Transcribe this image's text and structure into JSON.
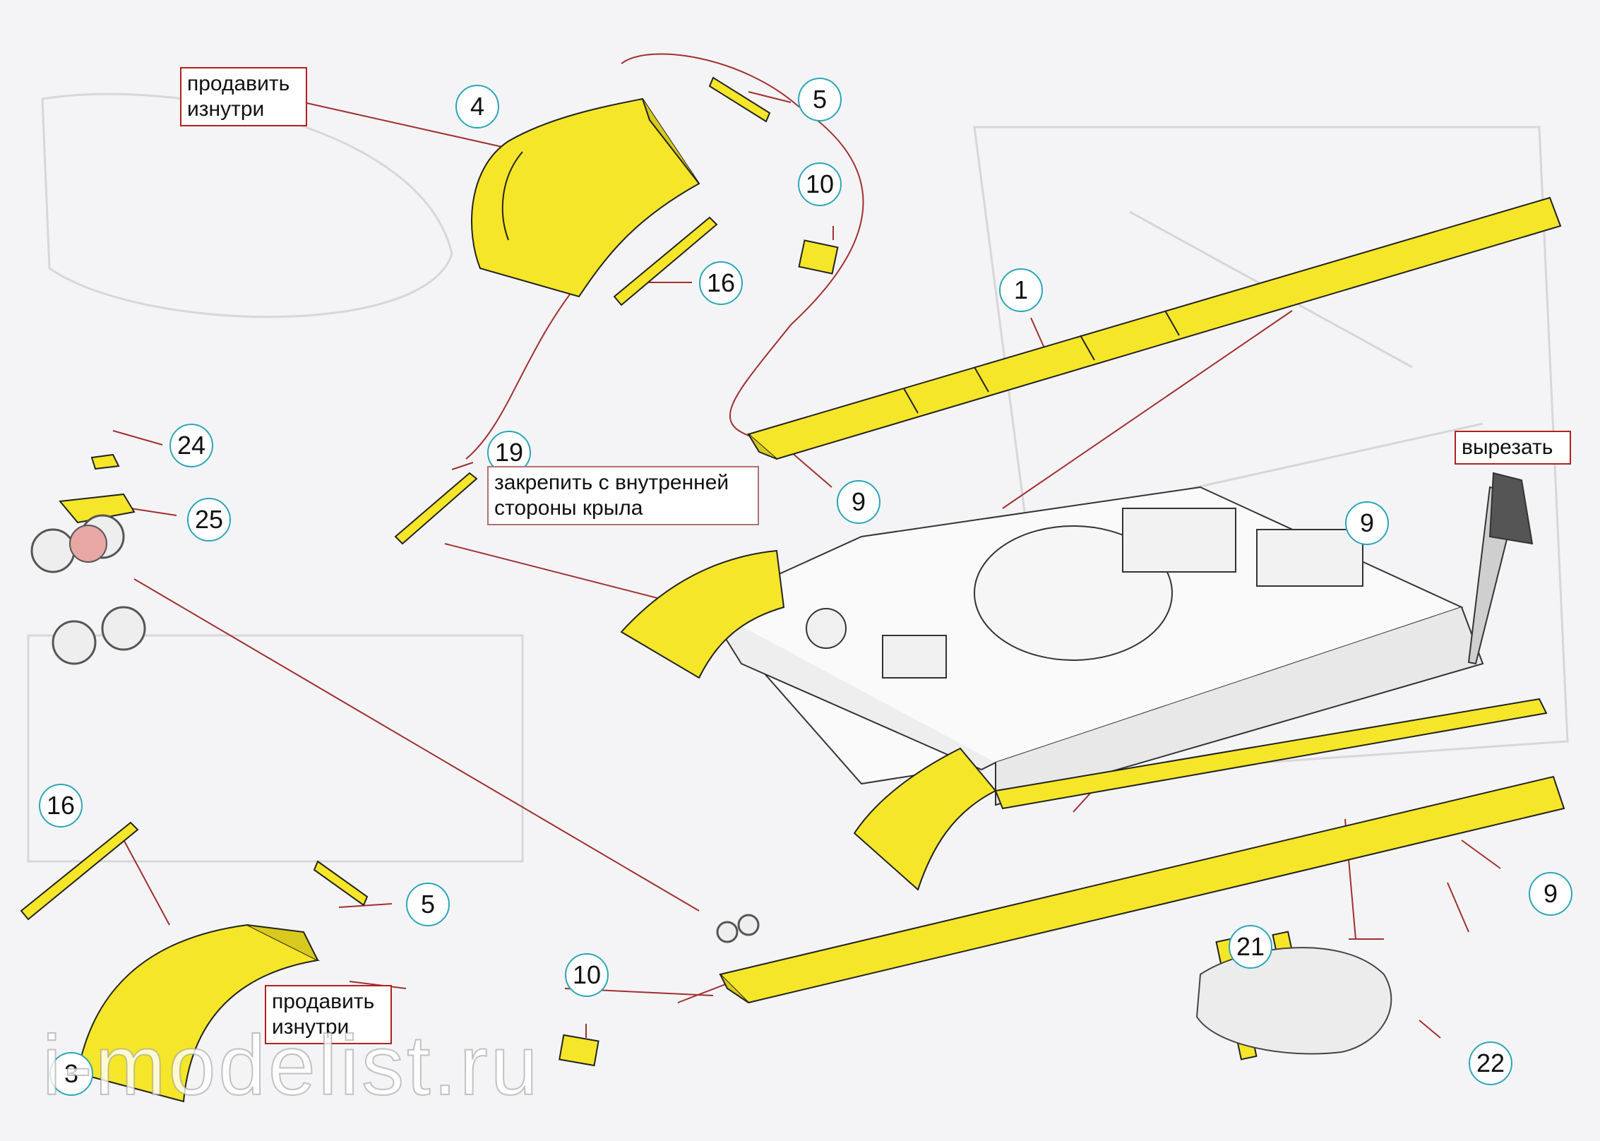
{
  "colors": {
    "etch_part": "#f5e629",
    "outline": "#222222",
    "callout_ring": "#2aa6b8",
    "note_border": "#b32020",
    "leader": "#a03030"
  },
  "callouts": [
    {
      "id": "c1",
      "label": "1"
    },
    {
      "id": "c3",
      "label": "3"
    },
    {
      "id": "c4",
      "label": "4"
    },
    {
      "id": "c5a",
      "label": "5"
    },
    {
      "id": "c5b",
      "label": "5"
    },
    {
      "id": "c9a",
      "label": "9"
    },
    {
      "id": "c9b",
      "label": "9"
    },
    {
      "id": "c9c",
      "label": "9"
    },
    {
      "id": "c10a",
      "label": "10"
    },
    {
      "id": "c10b",
      "label": "10"
    },
    {
      "id": "c16a",
      "label": "16"
    },
    {
      "id": "c16b",
      "label": "16"
    },
    {
      "id": "c19",
      "label": "19"
    },
    {
      "id": "c21",
      "label": "21"
    },
    {
      "id": "c22",
      "label": "22"
    },
    {
      "id": "c24",
      "label": "24"
    },
    {
      "id": "c25",
      "label": "25"
    }
  ],
  "notes": {
    "press_inside_top": "продавить\nизнутри",
    "press_inside_bottom": "продавить\nизнутри",
    "fix_inner_side": "закрепить с внутренней\nстороны крыла",
    "cut_off": "вырезать"
  },
  "watermark": "i-modelist.ru"
}
